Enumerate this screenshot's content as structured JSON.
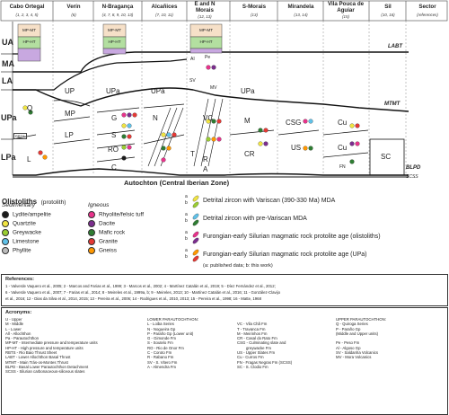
{
  "header": {
    "columns": [
      {
        "label": "Cabo Ortegal",
        "refs": "(1, 2, 3, 4, 5)"
      },
      {
        "label": "Verín",
        "refs": "(6)"
      },
      {
        "label": "N-Bragança",
        "refs": "(4, 7, 8, 9, 10, 13)"
      },
      {
        "label": "Alcañices",
        "refs": "(7, 10, 11)"
      },
      {
        "label": "E and N Morais",
        "refs": "(12, 13)"
      },
      {
        "label": "S-Morais",
        "refs": "(13)"
      },
      {
        "label": "Mirandela",
        "refs": "(13, 14)"
      },
      {
        "label": "Vila Pouca de Aguiar",
        "refs": "(15)"
      },
      {
        "label": "Sil",
        "refs": "(10, 16)"
      },
      {
        "label": "Sector",
        "refs": "(references)"
      }
    ]
  },
  "levels": {
    "ua": "UA",
    "ma": "MA",
    "la": "LA",
    "upa": "UPa",
    "lpa": "LPa"
  },
  "thrusts": {
    "labt": "LABT",
    "mtmt": "MTMT",
    "blpd": "BLPD",
    "scss": "SCSS"
  },
  "boxes": {
    "mp_mt": "MP-MT",
    "hp_ht": "HP-HT",
    "ai": "AI",
    "pe": "Pe",
    "rbts": "RBTS",
    "mv": "MV",
    "sv": "SV",
    "fn": "FN",
    "t": "T"
  },
  "units": {
    "q": "Q",
    "up": "UP",
    "mp": "MP",
    "lp": "LP",
    "l": "L",
    "upa": "UPa",
    "g": "G",
    "s": "S",
    "ro": "RO",
    "c": "C",
    "n": "N",
    "vc": "VC",
    "r": "R",
    "a": "A",
    "m": "M",
    "cr": "CR",
    "csg": "CSG",
    "us": "US",
    "cu": "Cu",
    "cu2": "Cu",
    "sc": "SC"
  },
  "autochton": "Autochton (Central Iberian Zone)",
  "legend": {
    "olistoliths_title": "Olistoliths",
    "olistoliths_sub": "(protolith)",
    "sedimentary": "Sedimentary",
    "igneous": "Igneous",
    "sed_items": [
      {
        "label": "Lydite/ampelite",
        "color": "#1a1a1a"
      },
      {
        "label": "Quartzite",
        "color": "#f0e442"
      },
      {
        "label": "Greywacke",
        "color": "#9acd32"
      },
      {
        "label": "Limestone",
        "color": "#5fc1e8"
      },
      {
        "label": "Phyllite",
        "color": "#bcbcbc"
      }
    ],
    "ign_items": [
      {
        "label": "Rhyolite/felsic tuff",
        "color": "#e8338b"
      },
      {
        "label": "Dacite",
        "color": "#7b2d8e"
      },
      {
        "label": "Mafic rock",
        "color": "#2e7d32"
      },
      {
        "label": "Granite",
        "color": "#e53935"
      },
      {
        "label": "Gneiss",
        "color": "#ff9800"
      }
    ],
    "zircon_items": [
      "Detrital zircon with Variscan (390-330 Ma) MDA",
      "Detrital zircon with pre-Variscan MDA",
      "Furongian-early Silurian magmatic rock protolite age (olistoliths)",
      "Furongian-early Silurian magmatic rock protolite age (UPa)"
    ],
    "ab_a": "a",
    "ab_b": "b",
    "ab_note": "(a: published data; b: this work)"
  },
  "references": {
    "title": "References:",
    "lines": [
      "1 - Valverde Vaquero et al., 2005; 2 - Marcos and Farias et al., 1999; 3 - Marcos et al., 2002; 4 - Martínez Catalán et al., 2019; 5 - Díez Fernández et al., 2012;",
      "6 - Valverde Vaquero et al., 2007; 7 - Farias et al., 2014; 8 - Meireles et al., 1999a, b; 9 - Meireles, 2013; 10 - Martínez Catalán et al., 2016; 11 - González-Clavijo",
      "et al., 2016; 12 - Dias da Silva et al., 2014, 2015; 13 - Pereira et al., 2006; 14 - Rodrigues et al., 2010, 2013; 15 - Pereira et al., 1998; 16 - Matte, 1968"
    ]
  },
  "acronyms": {
    "title": "Acronyms:",
    "col1": [
      "U - Upper",
      "M - Middle",
      "L - Lower",
      "All - Allochthon",
      "Pa - Parautochthon",
      "MP-MT - Intermediate pressure and temperature units",
      "HP-HT - High pressure and temperature units",
      "RBTS - Rio Baio Thrust Sheet",
      "LABT - Lower Allochthon Basal Thrust",
      "MTMT - Main Trás-os-Montes Thrust",
      "BLPD - Basal Lower Parautochthon Detachment",
      "SCSS - Silurian carbonaceous-siliceous slates"
    ],
    "col2": [
      "LOWER PARAUTOCHTHON:",
      "L - Loiba Series",
      "N - Nogueira Gp",
      "P - Paraño Gp (Lower unit)",
      "G - Gimonde Fm",
      "S - Soutelo Fm",
      "RO - Rio de Onor Fm",
      "C - Coroto Fm",
      "R - Rabano Fm",
      "SV - S. Vitero Fm",
      "A - Almendra Fm"
    ],
    "col3": [
      "",
      "VC - Vila Chã Fm",
      "T - Travanca Fm",
      "M - Meirinhos Fm",
      "CR - Casal do Rato Fm",
      "CSG - Culminating slate and",
      "greywacke Fm",
      "US - Upper Slates Fm",
      "Cu - Curros Fm",
      "FN - Fragas Negras Fm (SCSS)",
      "SC - S. Clodio Fm"
    ],
    "col4": [
      "UPPER PARAUTOCHTHON:",
      "Q - Quiroga Series",
      "P - Paraño Gp",
      "(Middle and Upper units)",
      "",
      "Pe - Peso Fm",
      "Al - Algoso Gp",
      "SV - Saldanha Volcanics",
      "MV - Mora Volcanics"
    ]
  }
}
